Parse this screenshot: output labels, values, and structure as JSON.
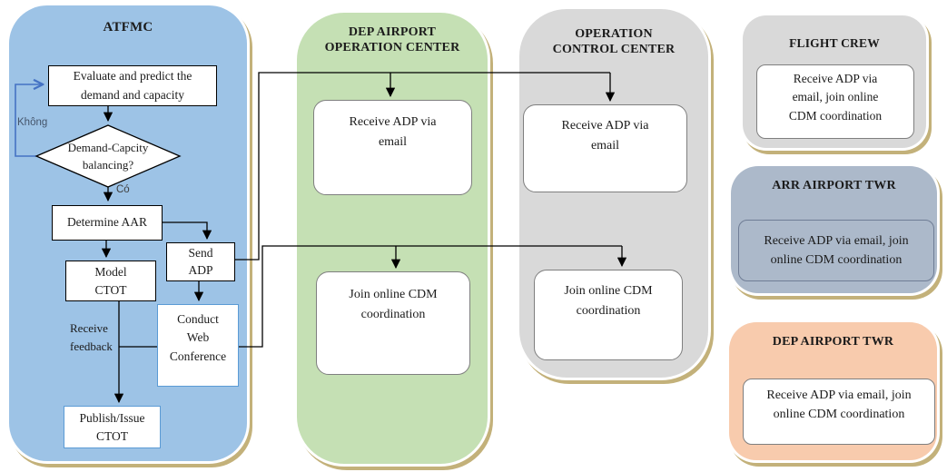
{
  "colors": {
    "atfmc_lane": "#9DC3E6",
    "dep_op_center_lane": "#C5E0B4",
    "op_control_center_lane": "#D9D9D9",
    "flight_crew_box": "#D9D9D9",
    "arr_twr_box": "#ACB9CA",
    "dep_twr_box": "#F8CBAD",
    "shadow_tan": "#C3B17A",
    "decision_loop_blue": "#4472C4",
    "light_blue_border": "#5B9BD5"
  },
  "atfmc": {
    "title": "ATFMC",
    "evaluate": "Evaluate and predict the\ndemand and capacity",
    "decision": "Demand-Capcity\nbalancing?",
    "label_no": "Không",
    "label_yes": "Có",
    "determine_aar": "Determine AAR",
    "model_ctot": "Model\nCTOT",
    "send_adp": "Send\nADP",
    "conduct_web": "Conduct\nWeb\nConference",
    "receive_feedback": "Receive\nfeedback",
    "publish_ctot": "Publish/Issue\nCTOT"
  },
  "dep_airport_operation_center": {
    "title": "DEP AIRPORT\nOPERATION CENTER",
    "receive_adp": "Receive ADP via\nemail",
    "join_cdm": "Join online CDM\ncoordination"
  },
  "operation_control_center": {
    "title": "OPERATION\nCONTROL CENTER",
    "receive_adp": "Receive ADP via\nemail",
    "join_cdm": "Join online CDM\ncoordination"
  },
  "flight_crew": {
    "title": "FLIGHT CREW",
    "body": "Receive ADP via\nemail, join online\nCDM coordination"
  },
  "arr_airport_twr": {
    "title": "ARR AIRPORT TWR",
    "body": "Receive ADP via email, join\nonline CDM coordination"
  },
  "dep_airport_twr": {
    "title": "DEP AIRPORT TWR",
    "body": "Receive ADP via email, join\nonline CDM coordination"
  }
}
